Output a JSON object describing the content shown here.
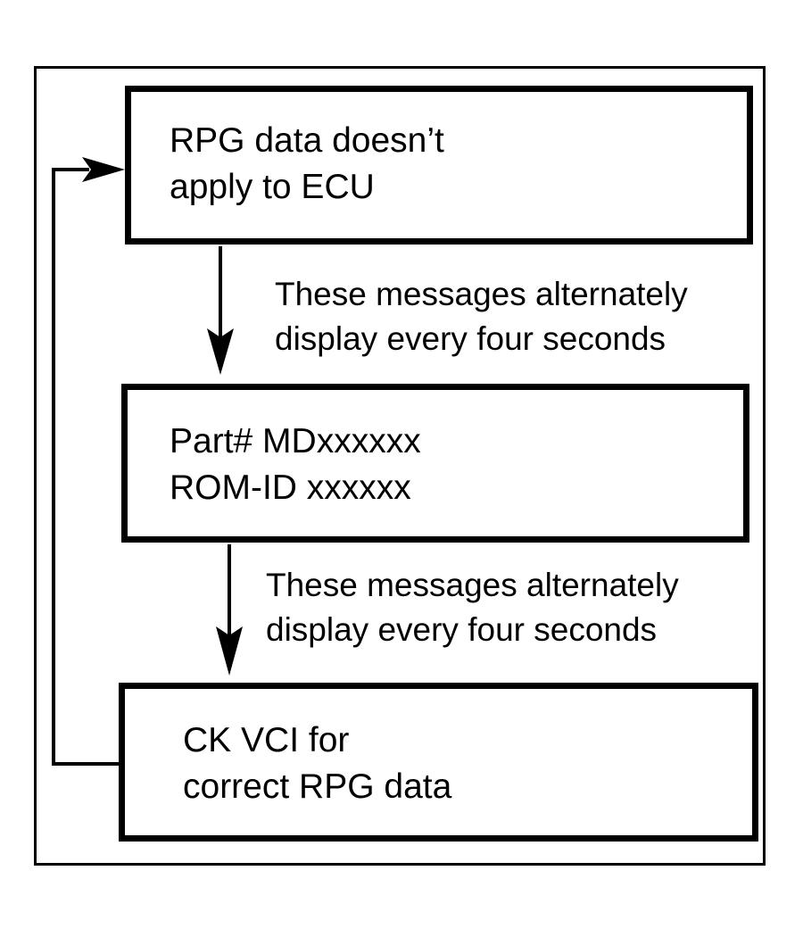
{
  "messages": [
    {
      "line1": "RPG data doesn’t",
      "line2": "apply to ECU"
    },
    {
      "line1": "Part# MDxxxxxx",
      "line2": "ROM-ID xxxxxx"
    },
    {
      "line1": "CK VCI for",
      "line2": "correct RPG data"
    }
  ],
  "notes": [
    {
      "line1": "These messages alternately",
      "line2": "display every four seconds"
    },
    {
      "line1": "These messages alternately",
      "line2": "display every four seconds"
    }
  ]
}
